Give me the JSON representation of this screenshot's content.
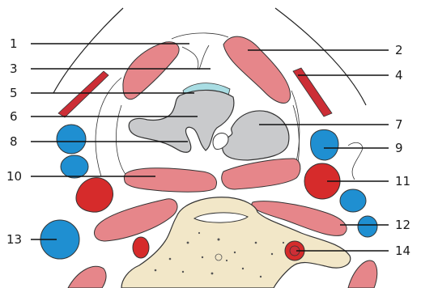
{
  "colors": {
    "muscle": "#e6868a",
    "muscle_dark": "#cc2e36",
    "vein_blue": "#1f8fd1",
    "artery_red": "#d62b2b",
    "cartilage": "#c9cacc",
    "cartilage_stroke": "#333333",
    "mucosa_blue": "#a9dde3",
    "bone": "#f2e7c8",
    "outline": "#222222"
  },
  "labels": [
    {
      "id": "1",
      "text": "1",
      "side": "left"
    },
    {
      "id": "2",
      "text": "2",
      "side": "right"
    },
    {
      "id": "3",
      "text": "3",
      "side": "left"
    },
    {
      "id": "4",
      "text": "4",
      "side": "right"
    },
    {
      "id": "5",
      "text": "5",
      "side": "left"
    },
    {
      "id": "6",
      "text": "6",
      "side": "left"
    },
    {
      "id": "7",
      "text": "7",
      "side": "right"
    },
    {
      "id": "8",
      "text": "8",
      "side": "left"
    },
    {
      "id": "9",
      "text": "9",
      "side": "right"
    },
    {
      "id": "10",
      "text": "10",
      "side": "left"
    },
    {
      "id": "11",
      "text": "11",
      "side": "right"
    },
    {
      "id": "12",
      "text": "12",
      "side": "right"
    },
    {
      "id": "13",
      "text": "13",
      "side": "left"
    },
    {
      "id": "14",
      "text": "14",
      "side": "right"
    }
  ]
}
